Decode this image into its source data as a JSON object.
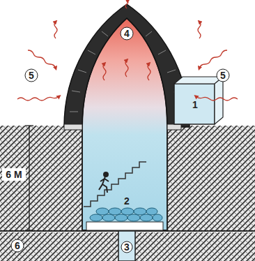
{
  "diagram": {
    "labels": [
      "5",
      "4",
      "5",
      "1",
      "6 M",
      "2",
      "6",
      "3"
    ]
  }
}
